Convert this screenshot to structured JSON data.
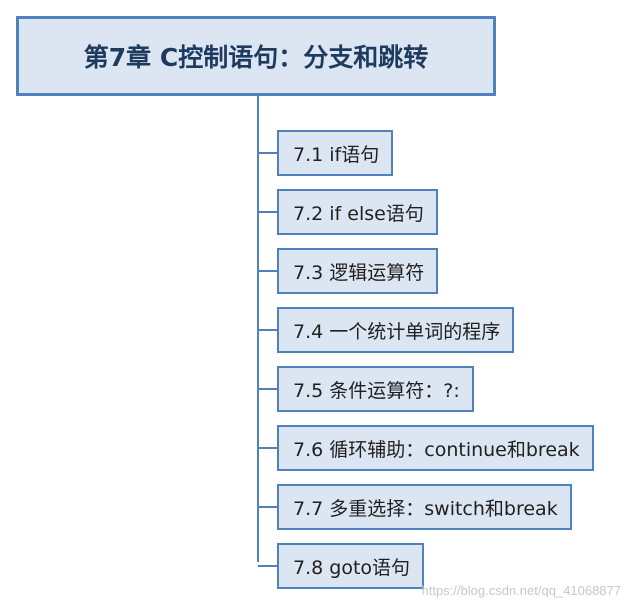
{
  "root": {
    "title": "第7章 C控制语句：分支和跳转"
  },
  "children": [
    {
      "label": "7.1 if语句"
    },
    {
      "label": "7.2 if else语句"
    },
    {
      "label": "7.3 逻辑运算符"
    },
    {
      "label": "7.4 一个统计单词的程序"
    },
    {
      "label": "7.5 条件运算符：?:"
    },
    {
      "label": "7.6 循环辅助：continue和break"
    },
    {
      "label": "7.7 多重选择：switch和break"
    },
    {
      "label": "7.8 goto语句"
    }
  ],
  "watermark": "https://blog.csdn.net/qq_41068877",
  "colors": {
    "border": "#4f81bd",
    "fill": "#dce6f2",
    "title_text": "#1f3a5f"
  }
}
